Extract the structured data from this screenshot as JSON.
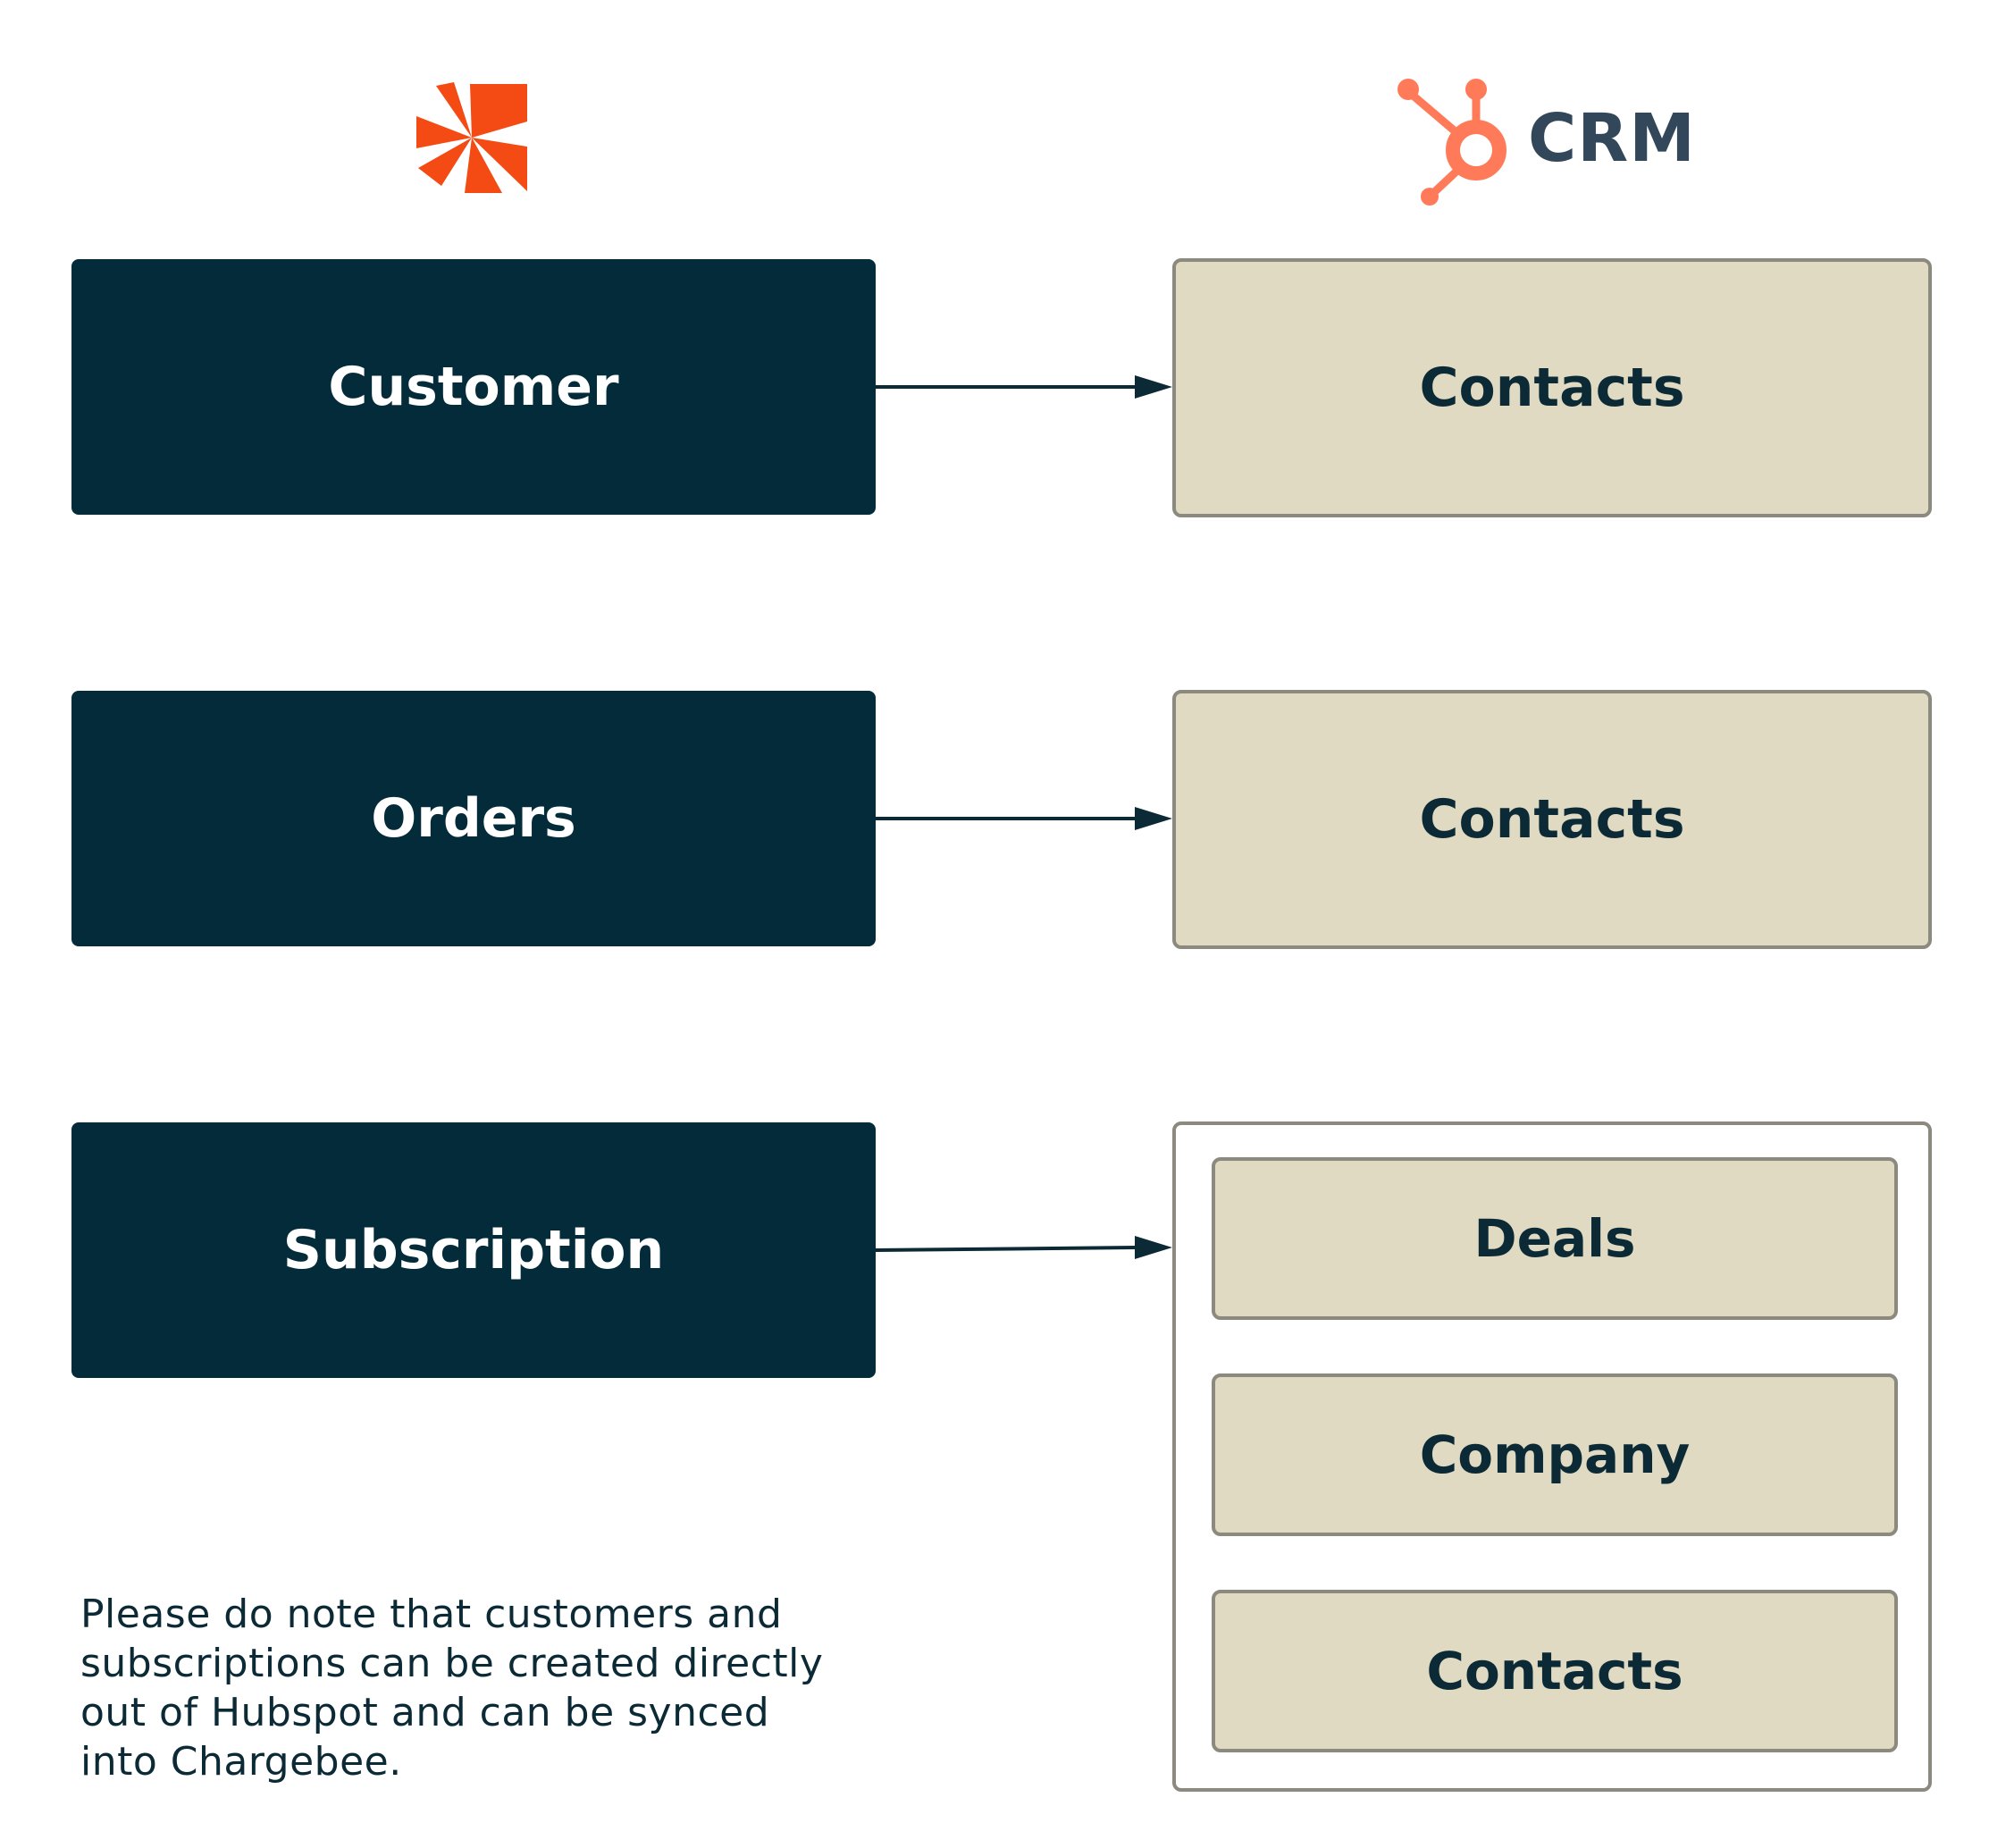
{
  "logos": {
    "left": {
      "icon": "chargebee-logo-icon",
      "color": "#f44b14"
    },
    "right": {
      "icon": "hubspot-sprocket-icon",
      "color": "#ff7a59",
      "text": "CRM"
    }
  },
  "mappings": [
    {
      "source": "Customer",
      "targets": [
        "Contacts"
      ]
    },
    {
      "source": "Orders",
      "targets": [
        "Contacts"
      ]
    },
    {
      "source": "Subscription",
      "targets": [
        "Deals",
        "Company",
        "Contacts"
      ]
    }
  ],
  "note": "Please do note that customers and subscriptions can be created directly out of Hubspot and can be synced into Chargebee.",
  "colors": {
    "source_box": "#032b3a",
    "target_box": "#e0dac3",
    "target_border": "#8c897e",
    "arrow": "#0b2a36"
  }
}
